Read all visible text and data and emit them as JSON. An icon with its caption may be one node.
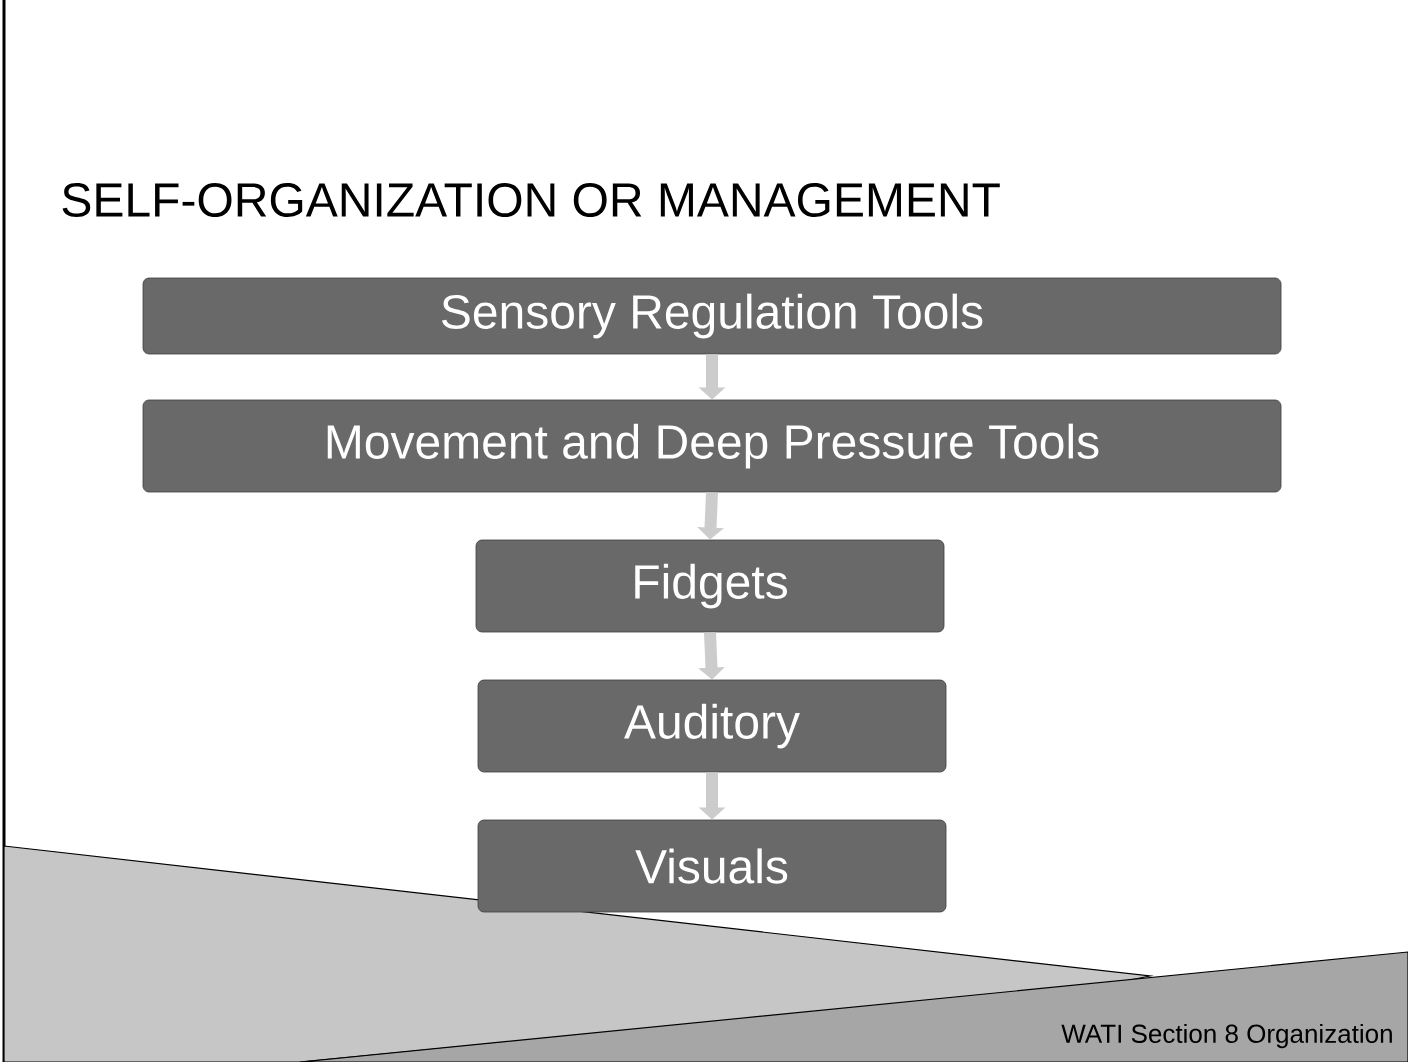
{
  "diagram": {
    "title": "SELF-ORGANIZATION OR MANAGEMENT",
    "nodes": [
      {
        "text": [
          "Sensory Regulation Tools"
        ]
      },
      {
        "text": [
          "Movement and Deep Pressure Tools"
        ]
      },
      {
        "text": [
          "Fidgets"
        ]
      },
      {
        "text": [
          "Auditory"
        ]
      },
      {
        "text": [
          "Visuals"
        ]
      }
    ],
    "edges": [
      {
        "from": 0,
        "to": 1,
        "arrow": "to"
      },
      {
        "from": 1,
        "to": 2,
        "arrow": "to"
      },
      {
        "from": 2,
        "to": 3,
        "arrow": "to"
      },
      {
        "from": 3,
        "to": 4,
        "arrow": "to"
      }
    ],
    "labels": [
      "WATI Section 8 Organization"
    ]
  }
}
